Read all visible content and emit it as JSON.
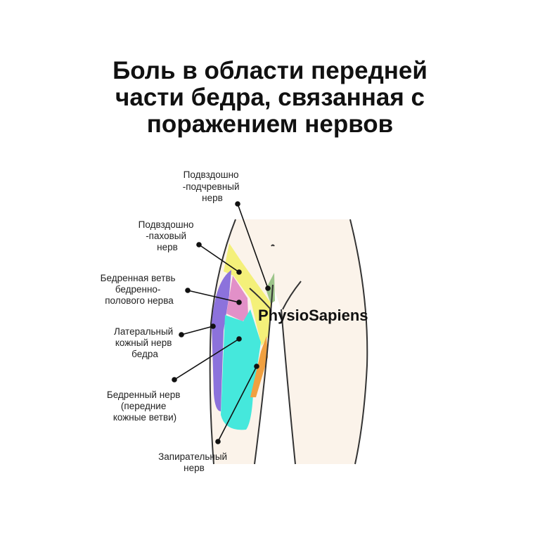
{
  "title": [
    "Боль в области передней",
    "части бедра, связанная с",
    "поражением нервов"
  ],
  "brand": "PhysioSapiens",
  "labels": [
    {
      "lines": [
        "Подвздошно",
        "-подчревный",
        "нерв"
      ],
      "color": "#9cc48a"
    },
    {
      "lines": [
        "Подвздошно",
        "-паховый",
        "нерв"
      ],
      "color": "#f4f07a"
    },
    {
      "lines": [
        "Бедренная ветвь",
        "бедренно-",
        "полового нерва"
      ],
      "color": "#e290c8"
    },
    {
      "lines": [
        "Латеральный",
        "кожный нерв",
        "бедра"
      ],
      "color": "#8c72dc"
    },
    {
      "lines": [
        "Бедренный нерв",
        "(передние",
        "кожные ветви)"
      ],
      "color": "#45e8dc"
    },
    {
      "lines": [
        "Запирательный",
        "нерв"
      ],
      "color": "#f0a040"
    }
  ],
  "skin_color": "#fbf3ea"
}
